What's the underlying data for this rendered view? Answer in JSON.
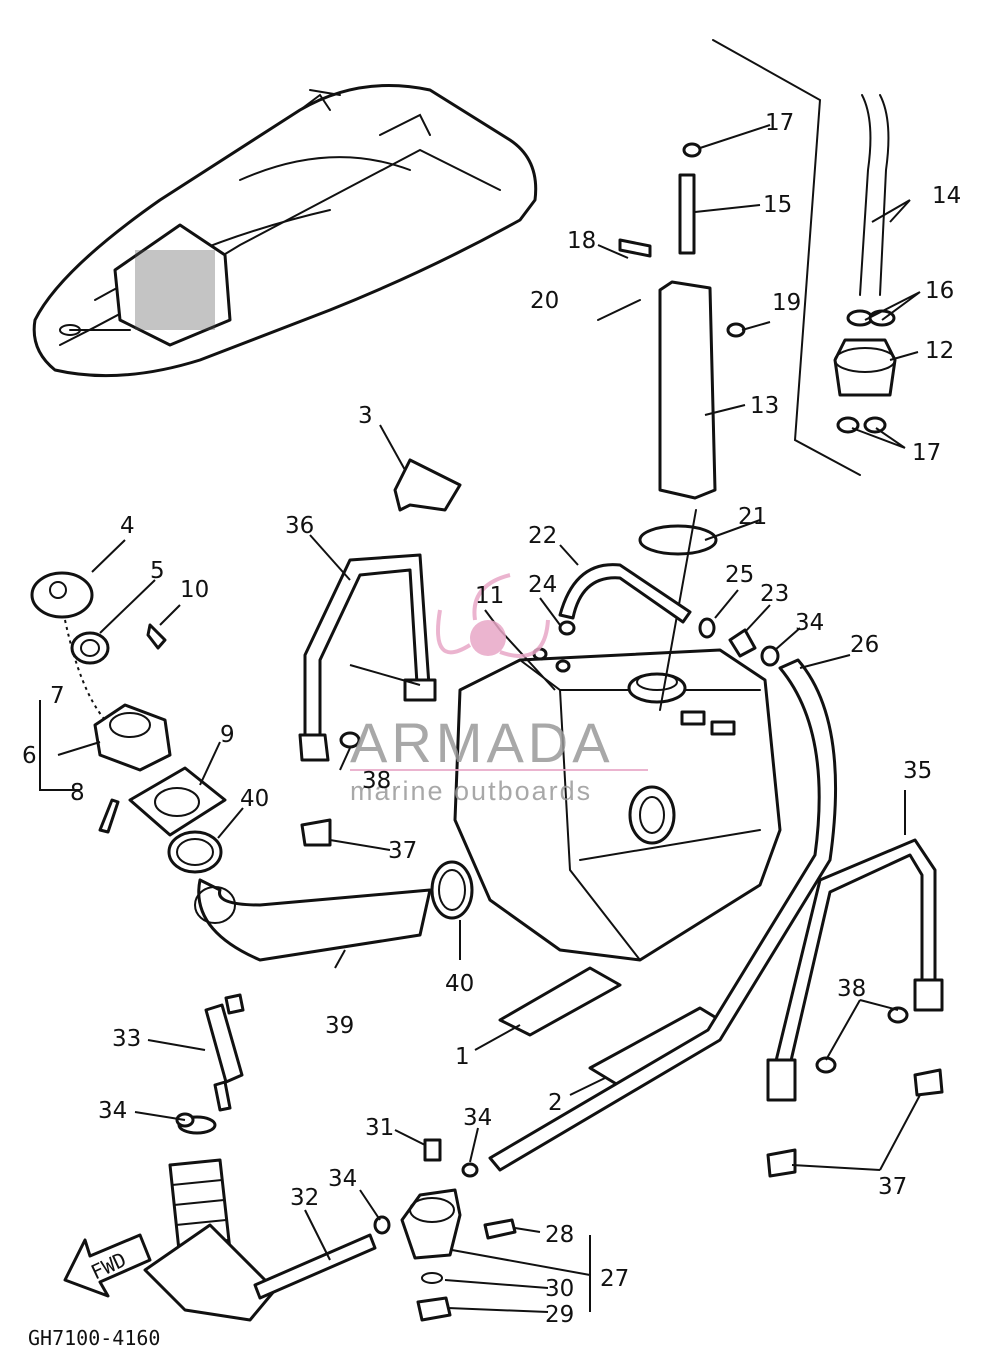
{
  "diagram": {
    "code": "GH7100-4160",
    "direction_label": "FWD"
  },
  "watermark": {
    "brand": "ARMADA",
    "tagline": "marine outboards",
    "colors": {
      "logo": "#e8a7c7",
      "text": "#9a9a9a"
    }
  },
  "callouts": {
    "c1": "1",
    "c2": "2",
    "c3": "3",
    "c4": "4",
    "c5": "5",
    "c6": "6",
    "c7": "7",
    "c8": "8",
    "c9": "9",
    "c10": "10",
    "c11": "11",
    "c12": "12",
    "c13": "13",
    "c14": "14",
    "c15": "15",
    "c16": "16",
    "c17a": "17",
    "c17b": "17",
    "c18": "18",
    "c19": "19",
    "c20": "20",
    "c21": "21",
    "c22": "22",
    "c23": "23",
    "c24": "24",
    "c25": "25",
    "c26": "26",
    "c27": "27",
    "c28": "28",
    "c29": "29",
    "c30": "30",
    "c31": "31",
    "c32": "32",
    "c33": "33",
    "c34a": "34",
    "c34b": "34",
    "c34c": "34",
    "c34d": "34",
    "c35": "35",
    "c36": "36",
    "c37a": "37",
    "c37b": "37",
    "c38a": "38",
    "c38b": "38",
    "c39": "39",
    "c40a": "40",
    "c40b": "40"
  }
}
